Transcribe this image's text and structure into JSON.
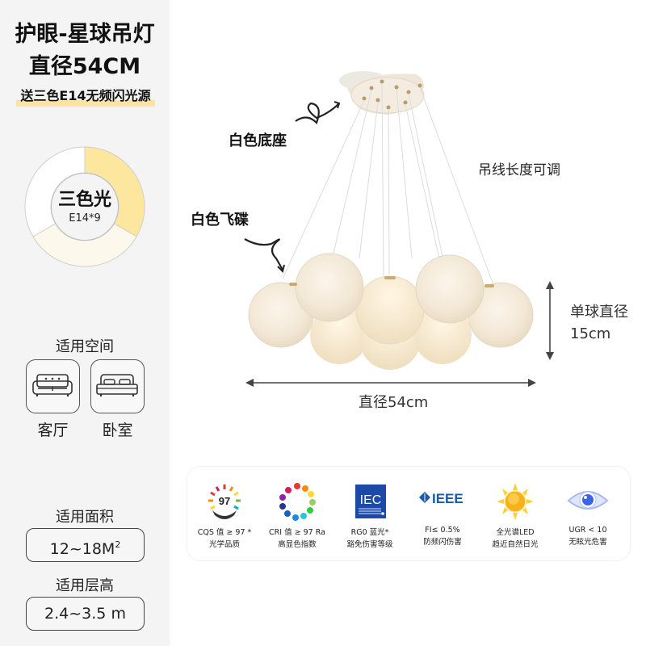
{
  "left_panel": {
    "title_line1": "护眼-星球吊灯",
    "title_line2": "直径54CM",
    "gift_text": "送三色E14无频闪光源",
    "light_ring": {
      "main": "三色光",
      "sub": "E14*9",
      "segments": [
        {
          "name": "warm",
          "color": "#fde79f"
        },
        {
          "name": "neutral",
          "color": "#fdf8ec"
        },
        {
          "name": "cool",
          "color": "#ffffff"
        }
      ]
    },
    "space_label": "适用空间",
    "rooms": [
      {
        "icon": "sofa-icon",
        "label": "客厅"
      },
      {
        "icon": "bed-icon",
        "label": "卧室"
      }
    ],
    "area_label": "适用面积",
    "area_value": "12~18M",
    "area_unit_sup": "2",
    "height_label": "适用层高",
    "height_value": "2.4~3.5 m"
  },
  "product": {
    "callout_base": "白色底座",
    "callout_shade": "白色飞碟",
    "cable_note": "吊线长度可调",
    "ball_diameter_label": "单球直径",
    "ball_diameter_value": "15cm",
    "total_diameter": "直径54cm"
  },
  "specs": [
    {
      "icon": "cqs-97-badge-icon",
      "badge": "97",
      "line1": "CQS 值 ≥ 97 *",
      "line2": "光学品质"
    },
    {
      "icon": "color-wheel-icon",
      "line1": "CRI 值 ≥ 97 Ra",
      "line2": "高显色指数"
    },
    {
      "icon": "iec-logo-icon",
      "badge": "IEC",
      "line1": "RG0  蓝光*",
      "line2": "豁免伤害等级"
    },
    {
      "icon": "ieee-logo-icon",
      "badge": "IEEE",
      "line1": "FI≤ 0.5%",
      "line2": "防频闪伤害"
    },
    {
      "icon": "sun-icon",
      "line1": "全光谱LED",
      "line2": "趋近自然日光"
    },
    {
      "icon": "eye-icon",
      "line1": "UGR < 10",
      "line2": "无眩光危害"
    }
  ],
  "colors": {
    "panel_bg": "#f4f4f4",
    "highlight": "#fde3a3",
    "iec_blue": "#1d4aa8",
    "ieee_blue": "#1a5aa8",
    "eye_blue": "#3a63e6"
  }
}
